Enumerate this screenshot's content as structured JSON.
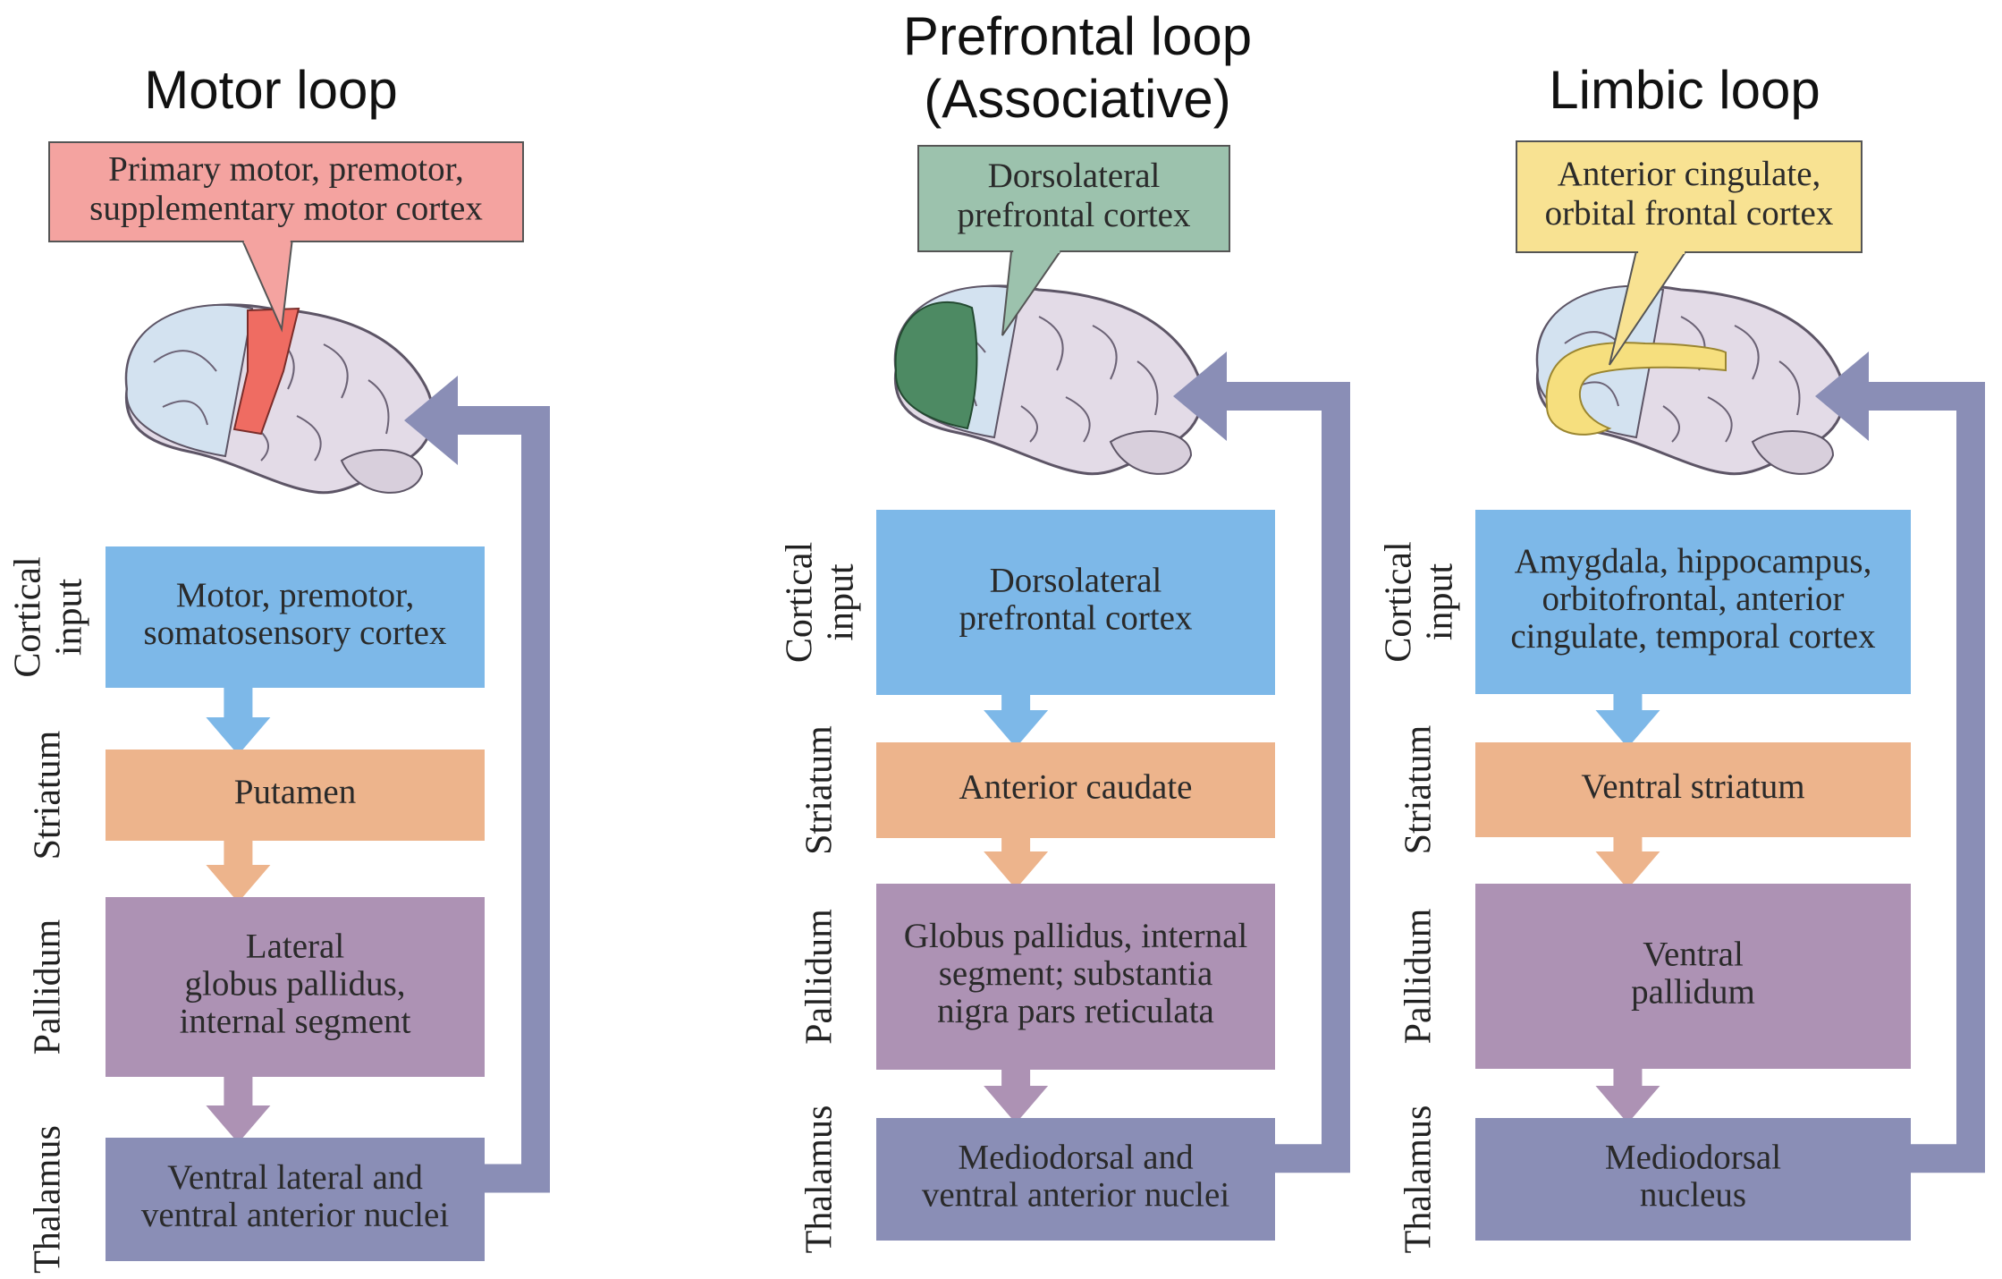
{
  "colors": {
    "cortical": "#7db8e8",
    "striatum": "#edb48c",
    "pallidum": "#ad92b4",
    "thalamus": "#8a8eb6",
    "feedback_arrow": "#8a8eb6",
    "motor_callout": "#f4a3a0",
    "prefrontal_callout": "#9cc2ad",
    "limbic_callout": "#f8e292",
    "brain_base": "#e3dbe7",
    "brain_frontal": "#d3e2f0"
  },
  "stage_labels": [
    "Cortical input",
    "Striatum",
    "Pallidum",
    "Thalamus"
  ],
  "loops": [
    {
      "title": [
        "Motor loop"
      ],
      "callout": [
        "Primary motor, premotor,",
        "supplementary motor cortex"
      ],
      "callout_color": "#f4a3a0",
      "highlight_icon": "motor-strip-highlight-icon",
      "boxes": [
        [
          "Motor, premotor,",
          "somatosensory cortex"
        ],
        [
          "Putamen"
        ],
        [
          "Lateral",
          "globus pallidus,",
          "internal segment"
        ],
        [
          "Ventral lateral and",
          "ventral anterior nuclei"
        ]
      ]
    },
    {
      "title": [
        "Prefrontal loop",
        "(Associative)"
      ],
      "callout": [
        "Dorsolateral",
        "prefrontal cortex"
      ],
      "callout_color": "#9cc2ad",
      "highlight_icon": "prefrontal-highlight-icon",
      "boxes": [
        [
          "Dorsolateral",
          "prefrontal cortex"
        ],
        [
          "Anterior caudate"
        ],
        [
          "Globus pallidus, internal",
          "segment; substantia",
          "nigra pars reticulata"
        ],
        [
          "Mediodorsal and",
          "ventral anterior nuclei"
        ]
      ]
    },
    {
      "title": [
        "Limbic loop"
      ],
      "callout": [
        "Anterior cingulate,",
        "orbital frontal cortex"
      ],
      "callout_color": "#f8e292",
      "highlight_icon": "cingulate-highlight-icon",
      "boxes": [
        [
          "Amygdala, hippocampus,",
          "orbitofrontal, anterior",
          "cingulate, temporal cortex"
        ],
        [
          "Ventral striatum"
        ],
        [
          "Ventral",
          "pallidum"
        ],
        [
          "Mediodorsal",
          "nucleus"
        ]
      ]
    }
  ]
}
